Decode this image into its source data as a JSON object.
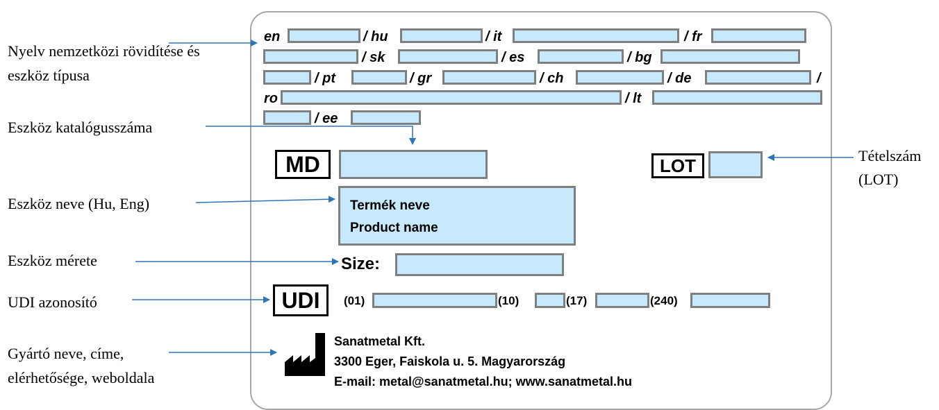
{
  "annotations": {
    "language": "Nyelv nemzetközi rövidítése és eszköz típusa",
    "catalog": "Eszköz katalógusszáma",
    "name": "Eszköz neve (Hu, Eng)",
    "size": "Eszköz mérete",
    "udi": "UDI azonosító",
    "manufacturer": "Gyártó neve, címe, elérhetősége, weboldala",
    "lot": "Tételszám (LOT)"
  },
  "languages": {
    "en": "en",
    "hu": "/ hu",
    "it": "/ it",
    "fr": "/ fr",
    "sk": "/ sk",
    "es": "/ es",
    "bg": "/ bg",
    "pt": "/ pt",
    "gr": "/ gr",
    "ch": "/ ch",
    "de": "/ de",
    "slash_end": "/",
    "ro": "ro",
    "lt": "/ lt",
    "ee": "/ ee"
  },
  "symbols": {
    "md": "MD",
    "lot": "LOT",
    "udi": "UDI"
  },
  "product": {
    "name_hu": "Termék neve",
    "name_en": "Product name"
  },
  "size_label": "Size:",
  "udi_codes": {
    "c01": "(01)",
    "c10": "(10)",
    "c17": "(17)",
    "c240": "(240)"
  },
  "manufacturer": {
    "name": "Sanatmetal Kft.",
    "address": "3300 Eger, Faiskola u. 5. Magyarország",
    "contact": "E-mail: metal@sanatmetal.hu; www.sanatmetal.hu"
  },
  "colors": {
    "field_fill": "#c6e9fb",
    "field_border": "#7f7f7f",
    "arrow": "#2e75b6",
    "card_border": "#a6a6a6"
  }
}
